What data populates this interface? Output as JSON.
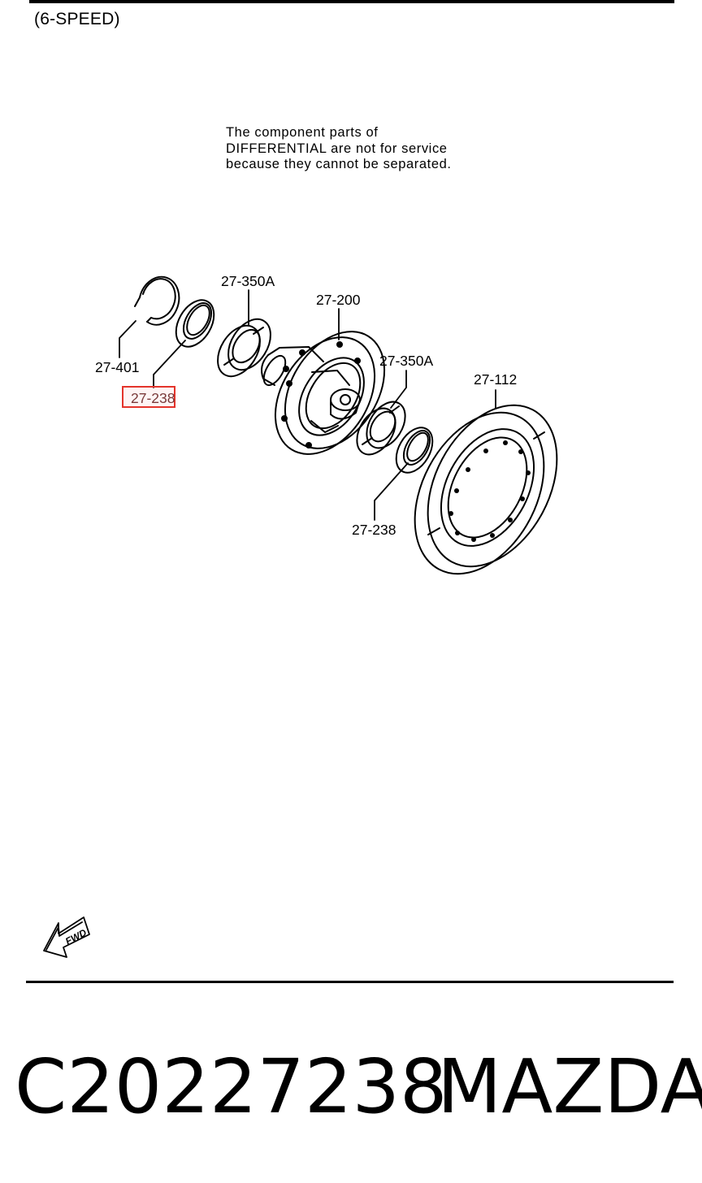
{
  "diagram": {
    "title": "(6-SPEED)",
    "note_lines": [
      "The component parts of",
      "DIFFERENTIAL are not for service",
      "because they cannot be separated."
    ],
    "callouts": {
      "snap_ring": "27-401",
      "seal_left": "27-238",
      "bearing_left": "27-350A",
      "differential": "27-200",
      "bearing_right": "27-350A",
      "ring_gear": "27-112",
      "seal_right": "27-238"
    },
    "highlighted_part": "27-238",
    "highlight_color": "#e4342b",
    "fwd_label": "FWD",
    "fwd_icon": "fwd-arrow-icon"
  },
  "footer": {
    "part_number": "C20227238",
    "brand": "MAZDA"
  }
}
